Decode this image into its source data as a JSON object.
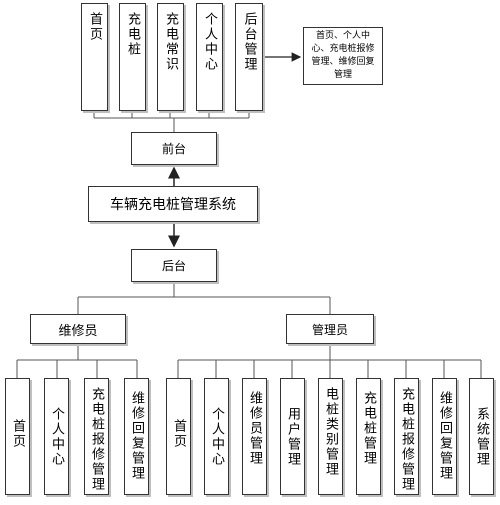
{
  "system": {
    "title": "车辆充电桩管理系统"
  },
  "frontend": {
    "label": "前台",
    "modules": [
      "首页",
      "充电桩",
      "充电常识",
      "个人中心",
      "后台管理"
    ],
    "note": "首页、个人中心、充电桩报修管理、维修回复管理"
  },
  "backend": {
    "label": "后台"
  },
  "roles": {
    "repair": {
      "label": "维修员",
      "modules": [
        "首页",
        "个人中心",
        "充电桩报修管理",
        "维修回复管理"
      ]
    },
    "admin": {
      "label": "管理员",
      "modules": [
        "首页",
        "个人中心",
        "维修员管理",
        "用户管理",
        "电桩类别管理",
        "充电桩管理",
        "充电桩报修管理",
        "维修回复管理",
        "系统管理"
      ]
    }
  },
  "colors": {
    "line": "#333333",
    "border": "#333333",
    "shadow": "#bfbfbf",
    "background": "#ffffff"
  }
}
